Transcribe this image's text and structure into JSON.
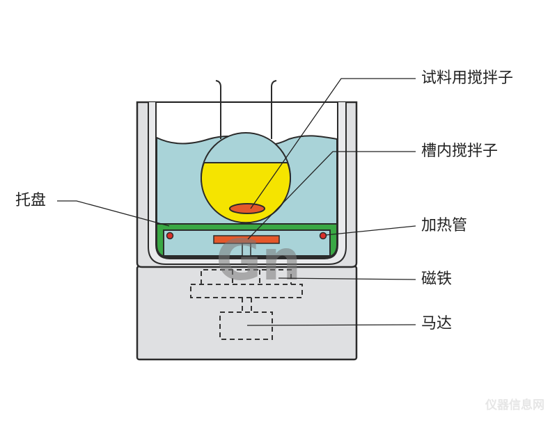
{
  "labels": {
    "sample_stirrer": "试料用搅拌子",
    "bath_stirrer": "槽内搅拌子",
    "tray": "托盘",
    "heater": "加热管",
    "magnet": "磁铁",
    "motor": "马达"
  },
  "watermark": {
    "logo_text": "Gn",
    "site": "仪器信息网"
  },
  "colors": {
    "water": "#a9d3d8",
    "sample": "#f5e400",
    "tray": "#3aa845",
    "stirrer": "#e4582b",
    "body": "#dfe0e2"
  }
}
